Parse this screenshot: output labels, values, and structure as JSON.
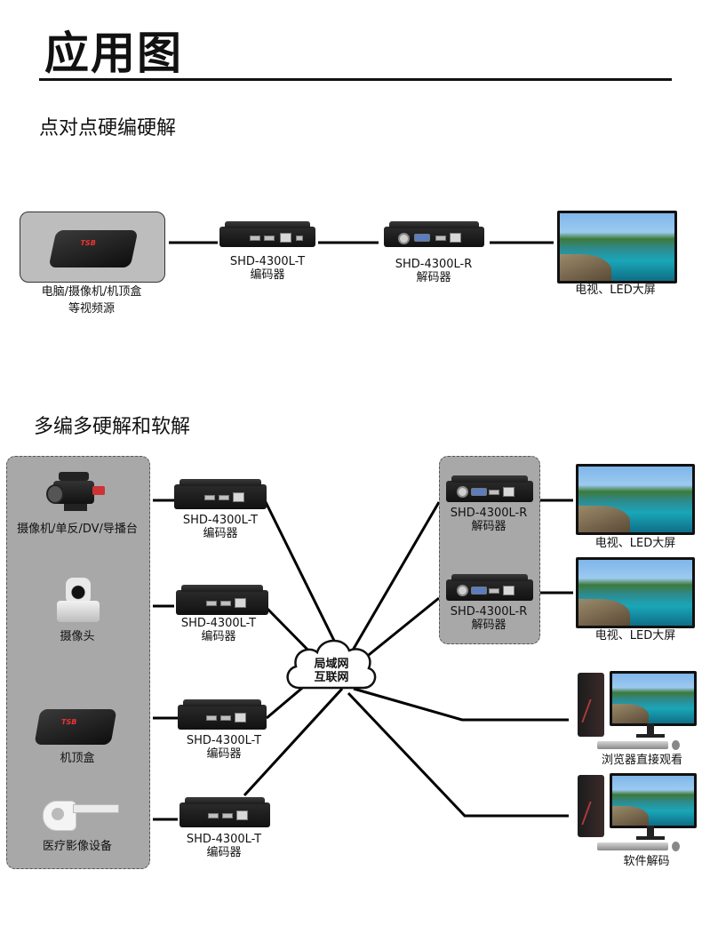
{
  "page_title": "应用图",
  "section1": {
    "title": "点对点硬编硬解",
    "source_label_line1": "电脑/摄像机/机顶盒",
    "source_label_line2": "等视频源",
    "encoder_model": "SHD-4300L-T",
    "encoder_role": "编码器",
    "decoder_model": "SHD-4300L-R",
    "decoder_role": "解码器",
    "display_label": "电视、LED大屏"
  },
  "section2": {
    "title": "多编多硬解和软解",
    "sources": [
      {
        "label": "摄像机/单反/DV/导播台",
        "icon": "cinema-camera-icon"
      },
      {
        "label": "摄像头",
        "icon": "ptz-camera-icon"
      },
      {
        "label": "机顶盒",
        "icon": "set-top-box-icon"
      },
      {
        "label": "医疗影像设备",
        "icon": "medical-imaging-icon"
      }
    ],
    "encoders": [
      {
        "model": "SHD-4300L-T",
        "role": "编码器"
      },
      {
        "model": "SHD-4300L-T",
        "role": "编码器"
      },
      {
        "model": "SHD-4300L-T",
        "role": "编码器"
      },
      {
        "model": "SHD-4300L-T",
        "role": "编码器"
      }
    ],
    "cloud_line1": "局域网",
    "cloud_line2": "互联网",
    "decoders": [
      {
        "model": "SHD-4300L-R",
        "role": "解码器"
      },
      {
        "model": "SHD-4300L-R",
        "role": "解码器"
      }
    ],
    "outputs": [
      {
        "label": "电视、LED大屏"
      },
      {
        "label": "电视、LED大屏"
      },
      {
        "label": "浏览器直接观看"
      },
      {
        "label": "软件解码"
      }
    ]
  }
}
